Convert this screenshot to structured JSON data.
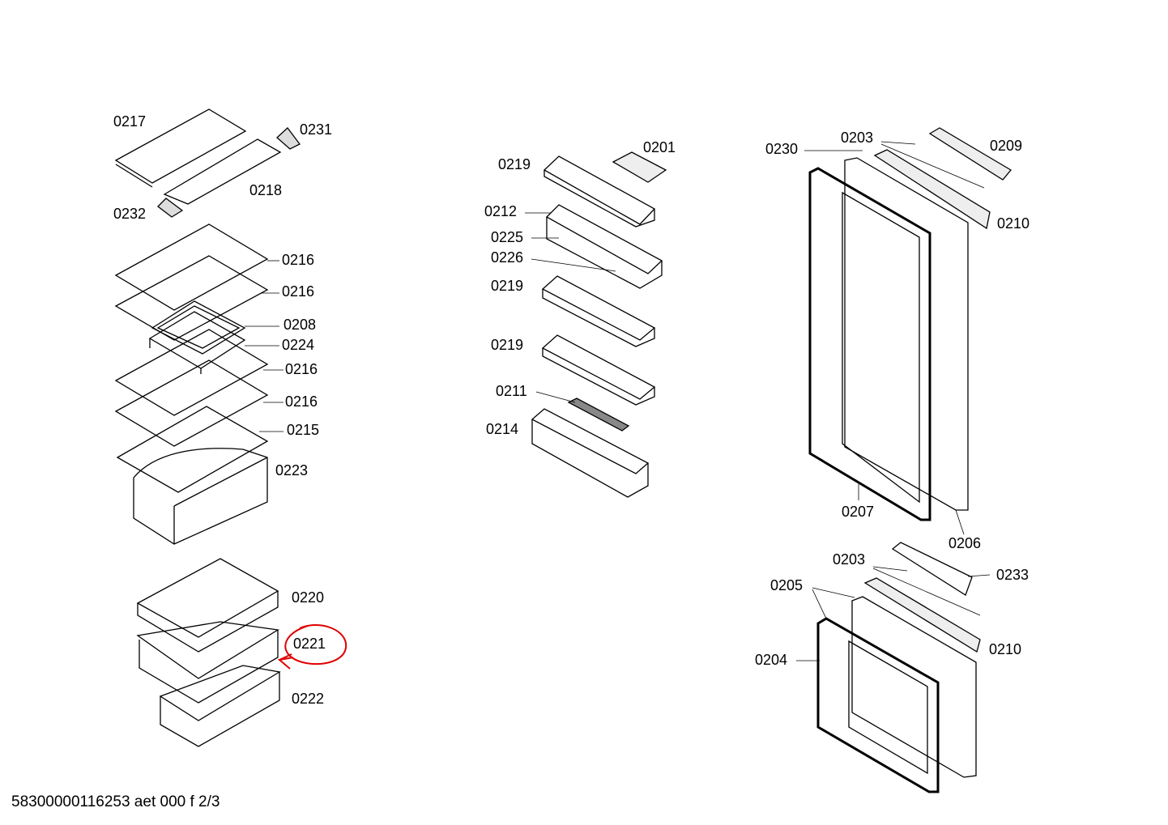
{
  "callouts": [
    "0217",
    "0231",
    "0218",
    "0232",
    "0216",
    "0216",
    "0208",
    "0224",
    "0216",
    "0216",
    "0215",
    "0223",
    "0220",
    "0221",
    "0222",
    "0201",
    "0219",
    "0212",
    "0225",
    "0226",
    "0219",
    "0219",
    "0211",
    "0214",
    "0230",
    "0203",
    "0209",
    "0210",
    "0207",
    "0206",
    "0203",
    "0233",
    "0205",
    "0210",
    "0204"
  ],
  "highlighted_part": "0221",
  "highlight_color": "#e00000",
  "footer": "58300000116253 aet 000 f 2/3"
}
